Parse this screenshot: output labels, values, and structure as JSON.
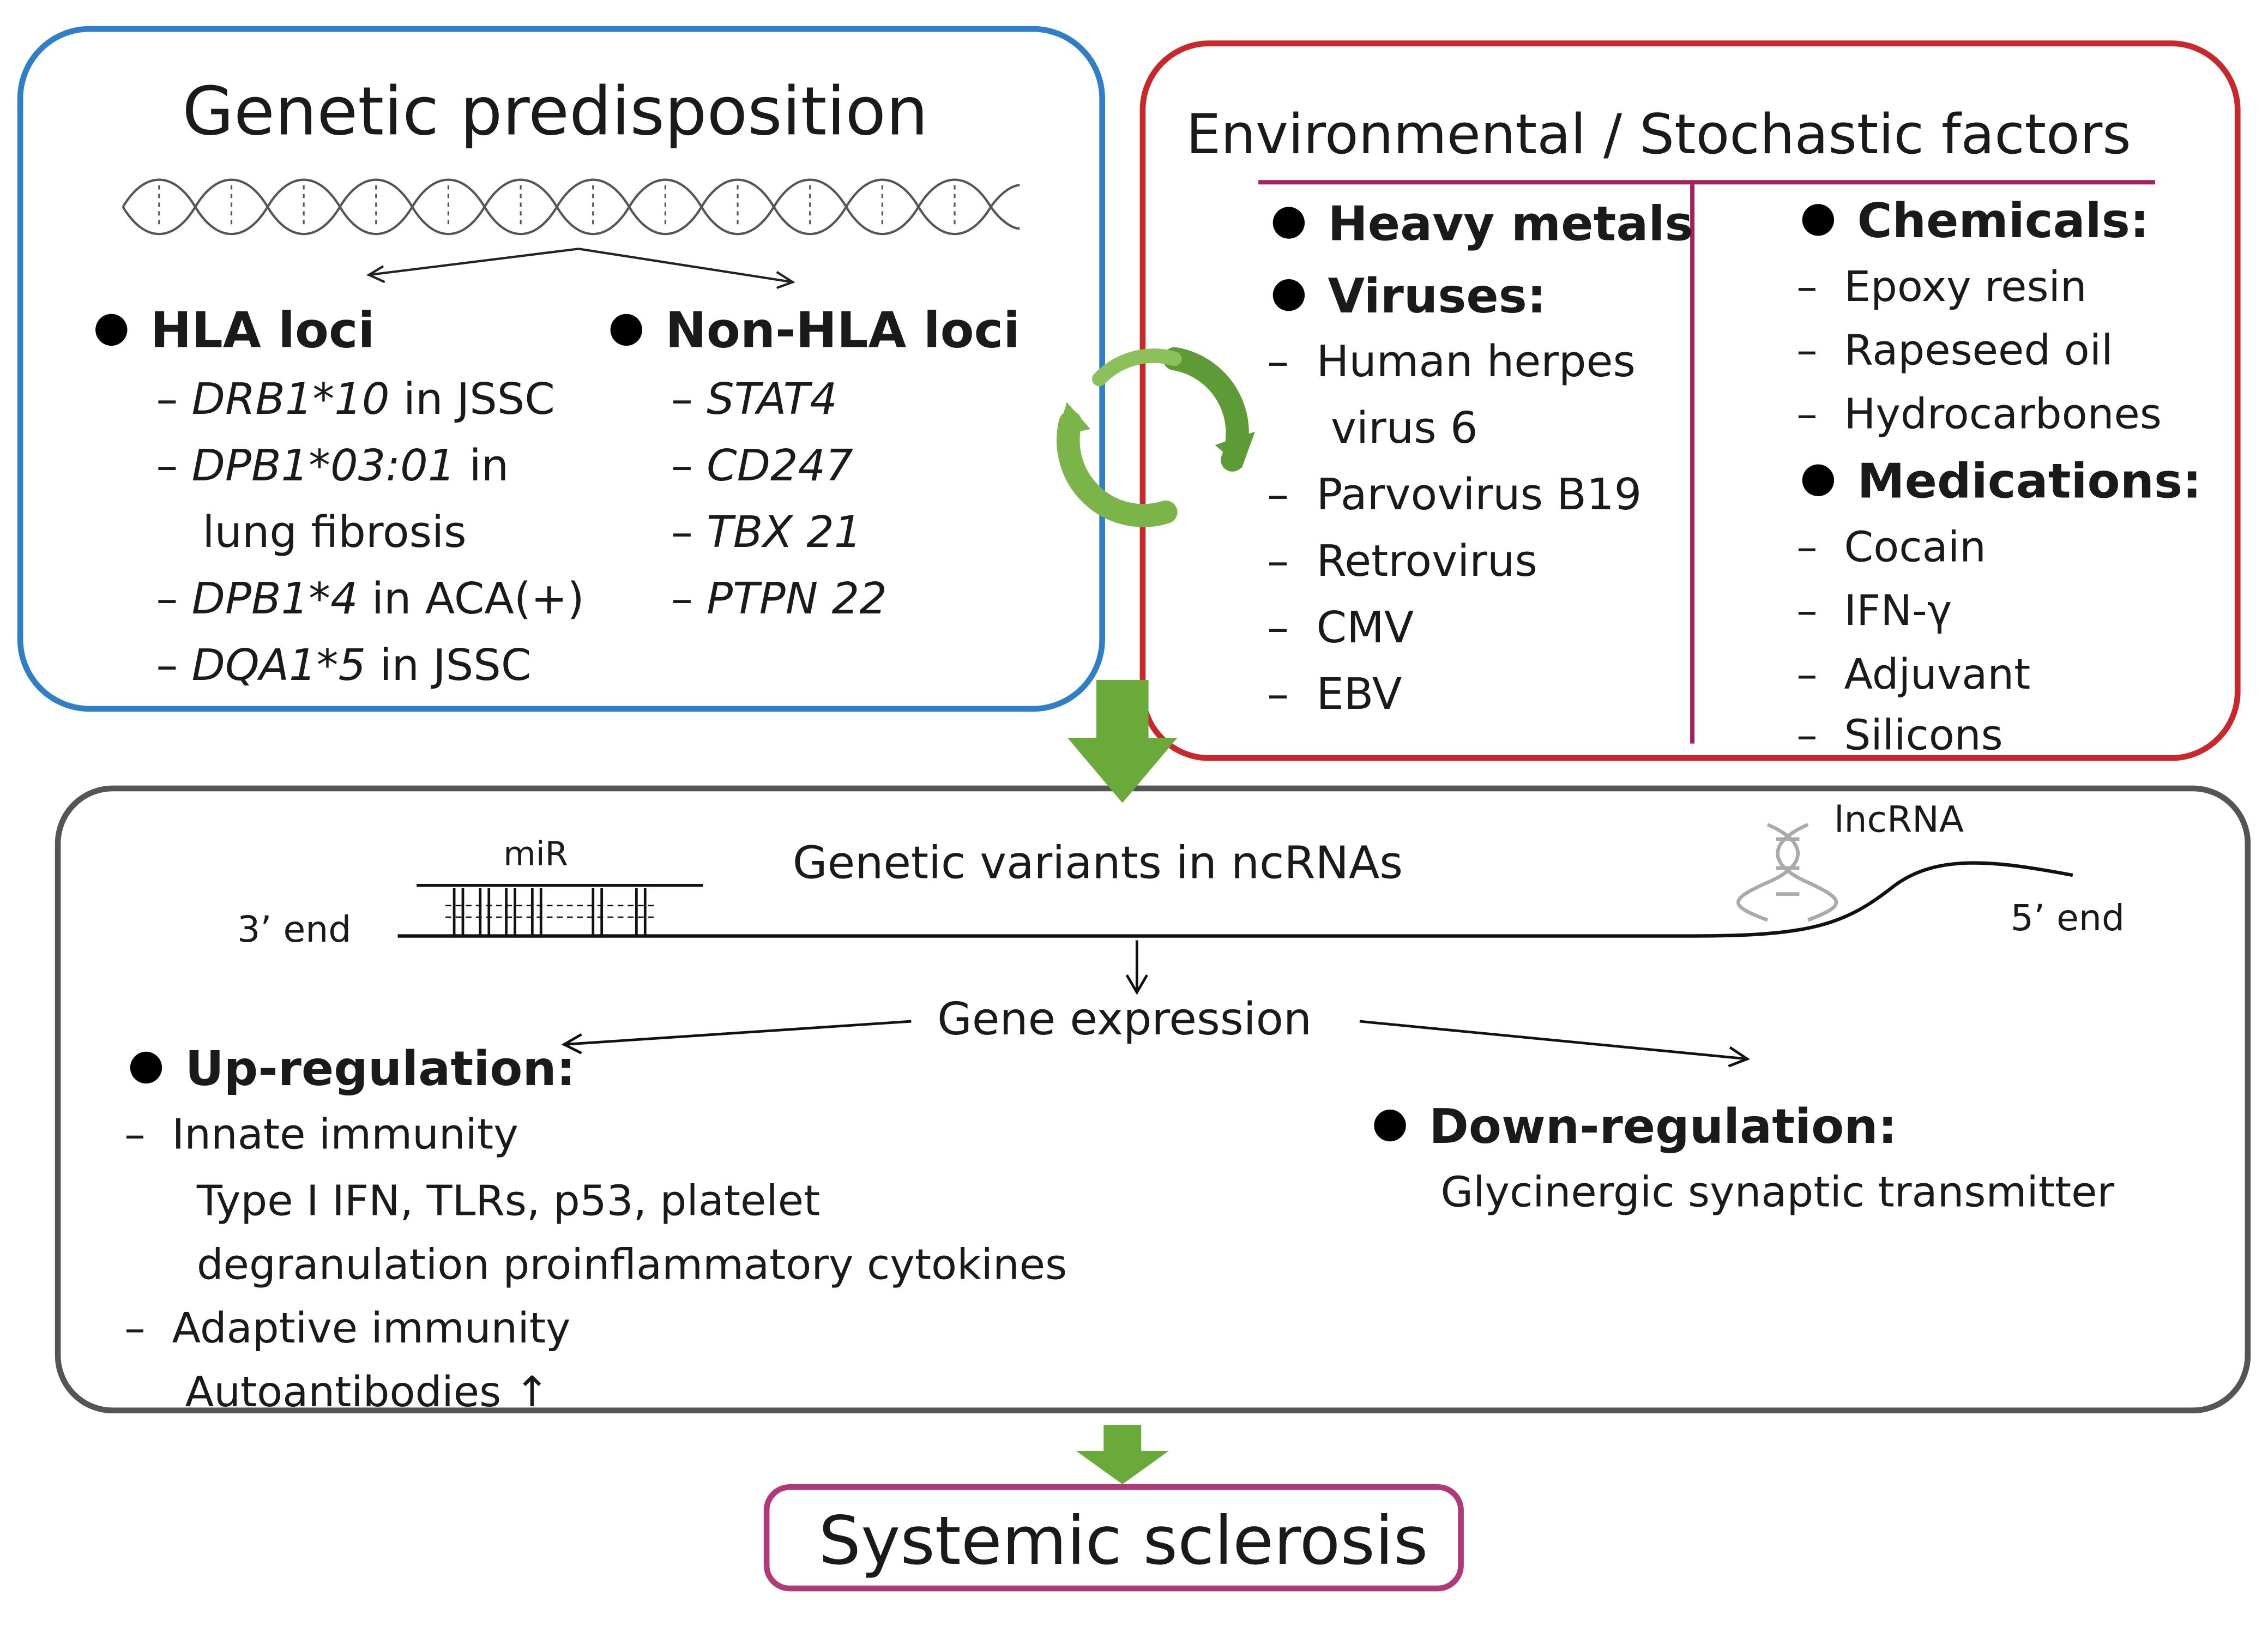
{
  "genetic": {
    "title": "Genetic predisposition",
    "hla": {
      "header": "HLA loci",
      "items": [
        {
          "gene": "DRB1*10",
          "rest": " in JSSC"
        },
        {
          "gene": "DPB1*03:01",
          "rest": " in"
        },
        {
          "gene": "",
          "rest": "lung fibrosis"
        },
        {
          "gene": "DPB1*4",
          "rest": " in ACA(+)"
        },
        {
          "gene": "DQA1*5",
          "rest": " in JSSC"
        }
      ]
    },
    "nonhla": {
      "header": "Non-HLA loci",
      "items": [
        "STAT4",
        "CD247",
        "TBX 21",
        "PTPN 22"
      ]
    }
  },
  "environment": {
    "title": "Environmental / Stochastic factors",
    "heavy_metals": "Heavy metals",
    "viruses": {
      "header": "Viruses:",
      "items": [
        "Human herpes",
        "virus 6",
        "Parvovirus B19",
        "Retrovirus",
        "CMV",
        "EBV"
      ]
    },
    "chemicals": {
      "header": "Chemicals:",
      "items": [
        "Epoxy resin",
        "Rapeseed oil",
        "Hydrocarbones"
      ]
    },
    "medications": {
      "header": "Medications:",
      "items": [
        "Cocain",
        "IFN-γ",
        "Adjuvant",
        "Silicons"
      ]
    }
  },
  "ncrna": {
    "title": "Genetic variants in ncRNAs",
    "mir_label": "miR",
    "lncrna_label": "lncRNA",
    "three_end": "3’ end",
    "five_end": "5’ end",
    "gene_expression": "Gene expression",
    "up": {
      "header": "Up-regulation:",
      "innate": "Innate immunity",
      "innate_detail_1": "Type I IFN, TLRs, p53, platelet",
      "innate_detail_2": "degranulation proinflammatory cytokines",
      "adaptive": "Adaptive immunity",
      "adaptive_detail": "Autoantibodies ↑"
    },
    "down": {
      "header": "Down-regulation:",
      "detail": "Glycinergic synaptic transmitter"
    }
  },
  "outcome": "Systemic sclerosis",
  "colors": {
    "genetic_border": "#2f7fc8",
    "environment_border": "#c8282b",
    "environment_divider": "#a0235f",
    "ncrna_border": "#555555",
    "outcome_border": "#b03a78",
    "arrow_green": "#6aaa3a"
  }
}
